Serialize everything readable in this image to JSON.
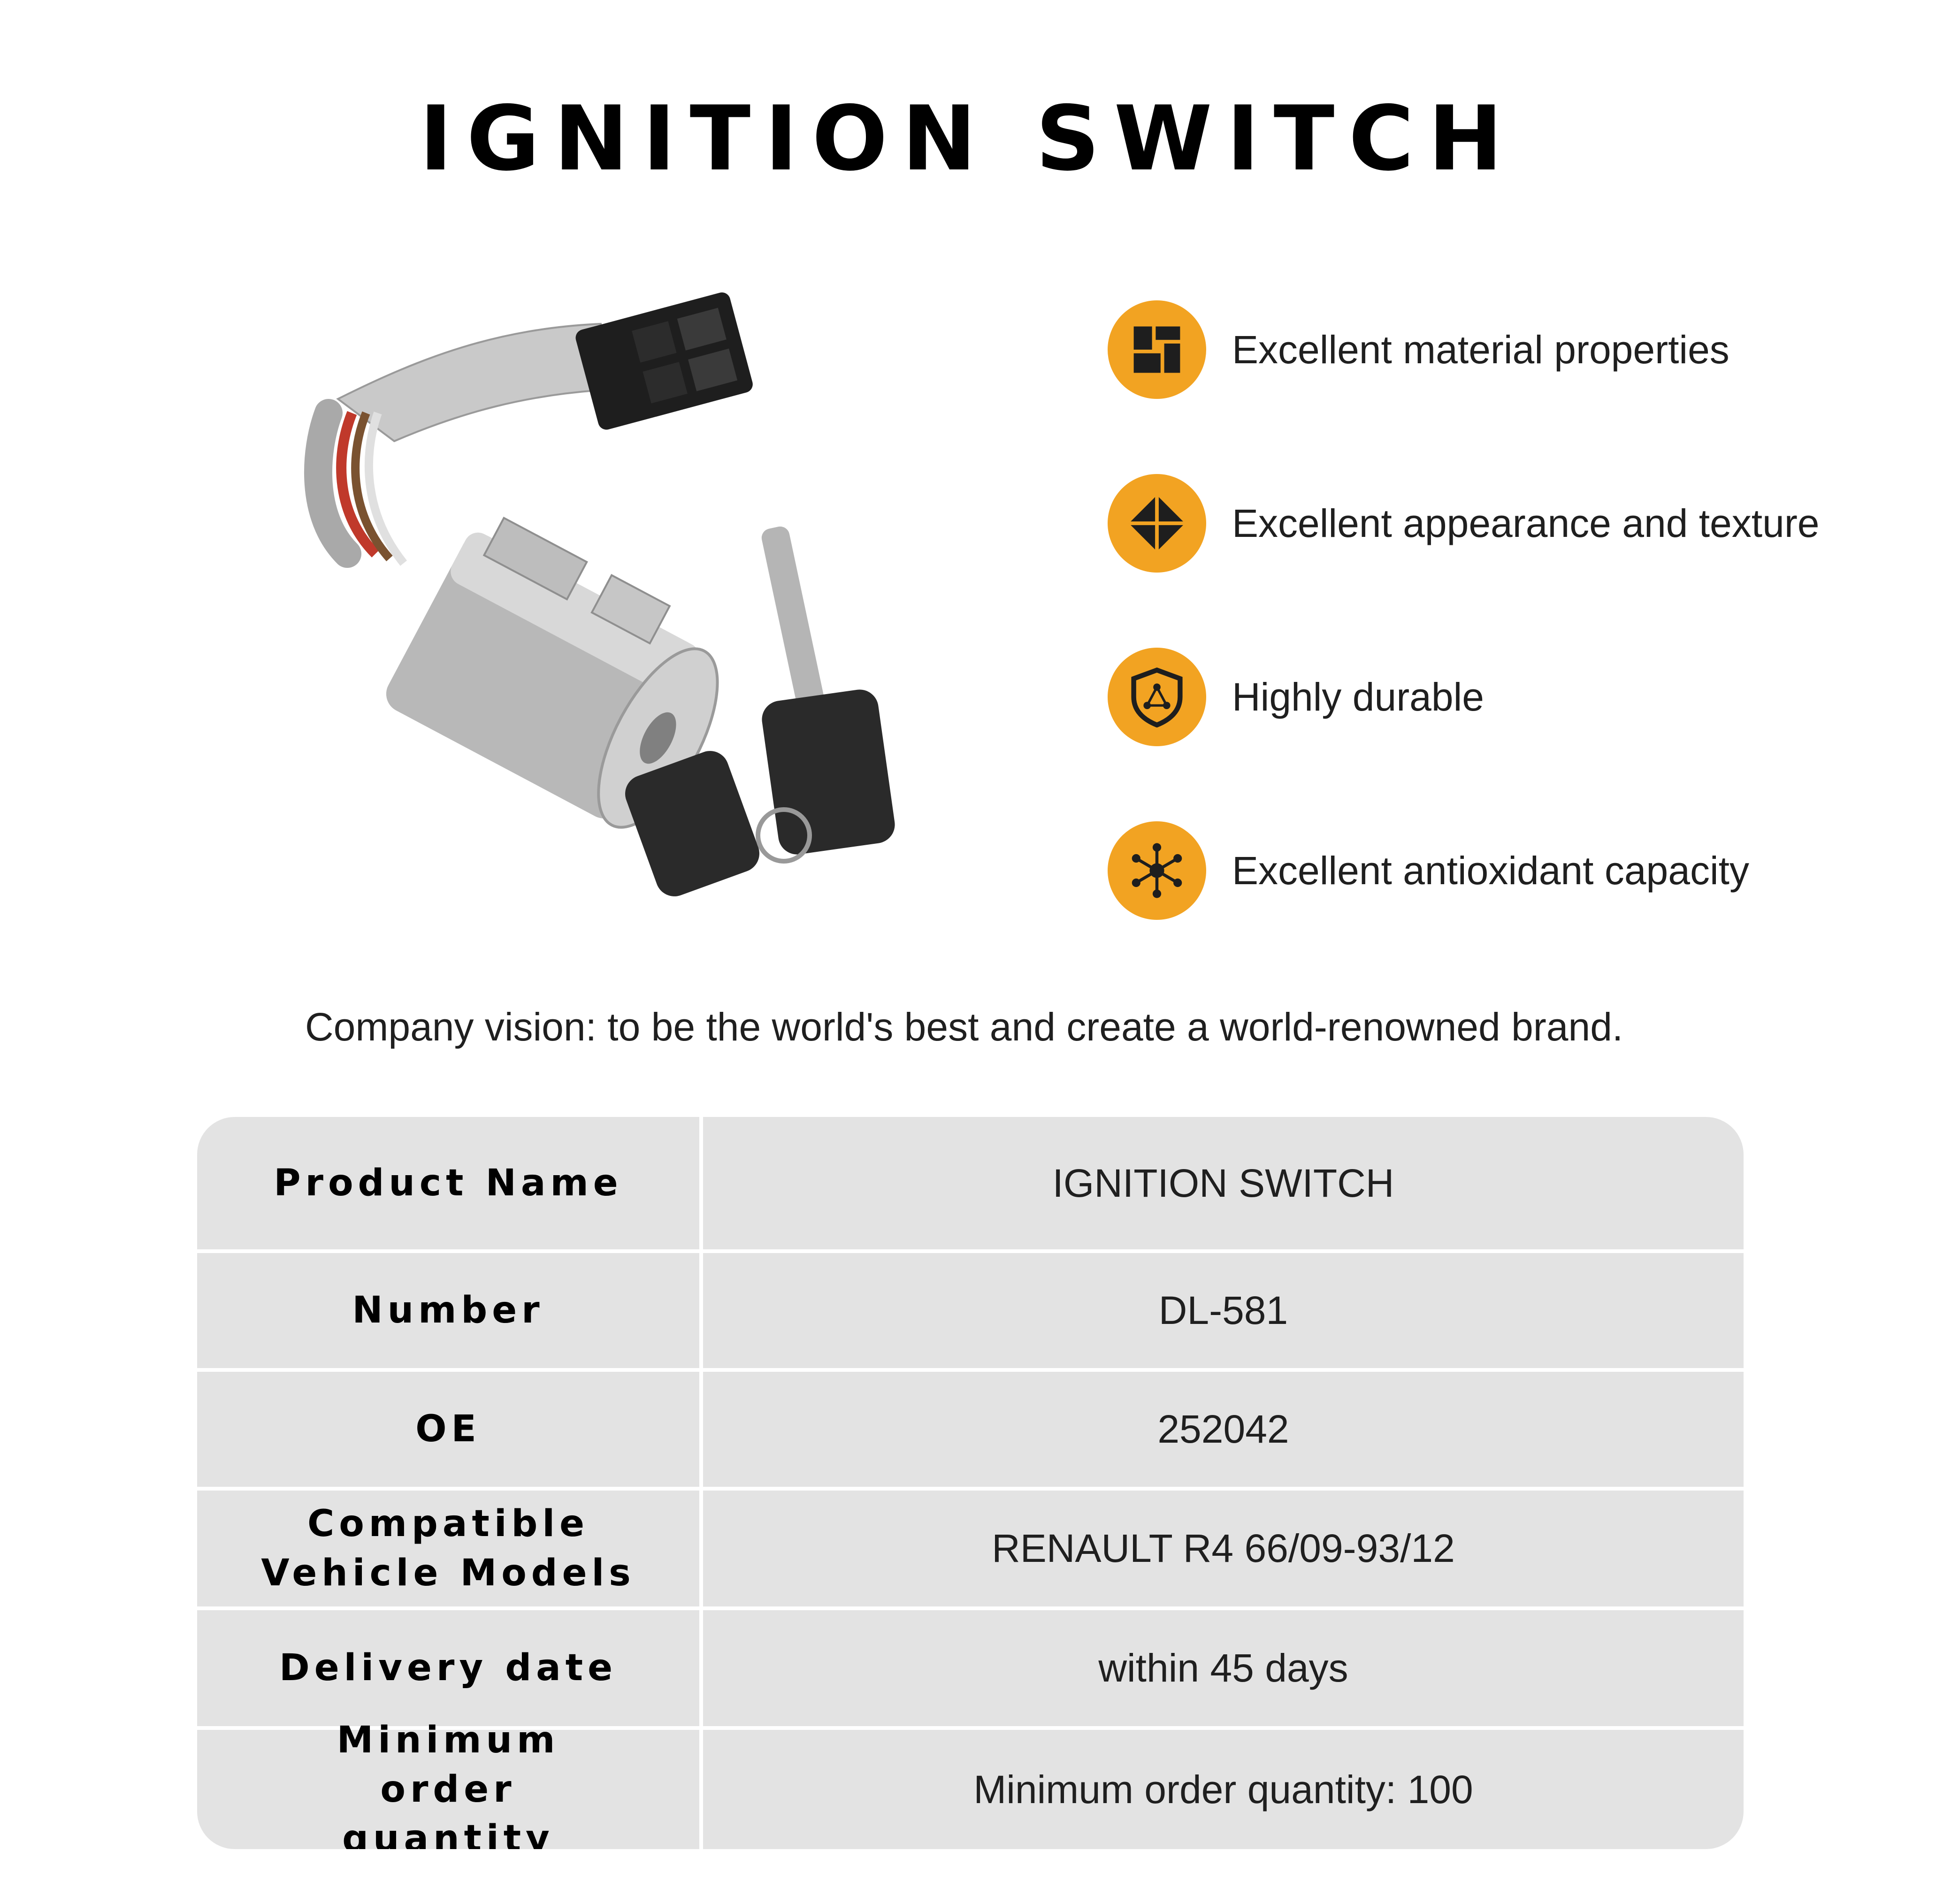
{
  "title": "IGNITION SWITCH",
  "features": [
    {
      "icon": "material-blocks-icon",
      "text": "Excellent material properties"
    },
    {
      "icon": "diamond-cross-icon",
      "text": "Excellent appearance and texture"
    },
    {
      "icon": "shield-network-icon",
      "text": "Highly durable"
    },
    {
      "icon": "molecule-icon",
      "text": "Excellent antioxidant capacity"
    }
  ],
  "vision": "Company vision: to be the world's best and create a world-renowned brand.",
  "specs": [
    {
      "label": "Product Name",
      "value": "IGNITION SWITCH"
    },
    {
      "label": "Number",
      "value": "DL-581"
    },
    {
      "label": "OE",
      "value": "252042"
    },
    {
      "label": "Compatible Vehicle Models",
      "value": "RENAULT R4 66/09-93/12"
    },
    {
      "label": "Delivery date",
      "value": "within 45 days"
    },
    {
      "label": "Minimum order quantity",
      "value": "Minimum order quantity: 100"
    }
  ],
  "colors": {
    "accent": "#f2a322",
    "table_bg": "#e3e3e3",
    "title": "#000000"
  }
}
